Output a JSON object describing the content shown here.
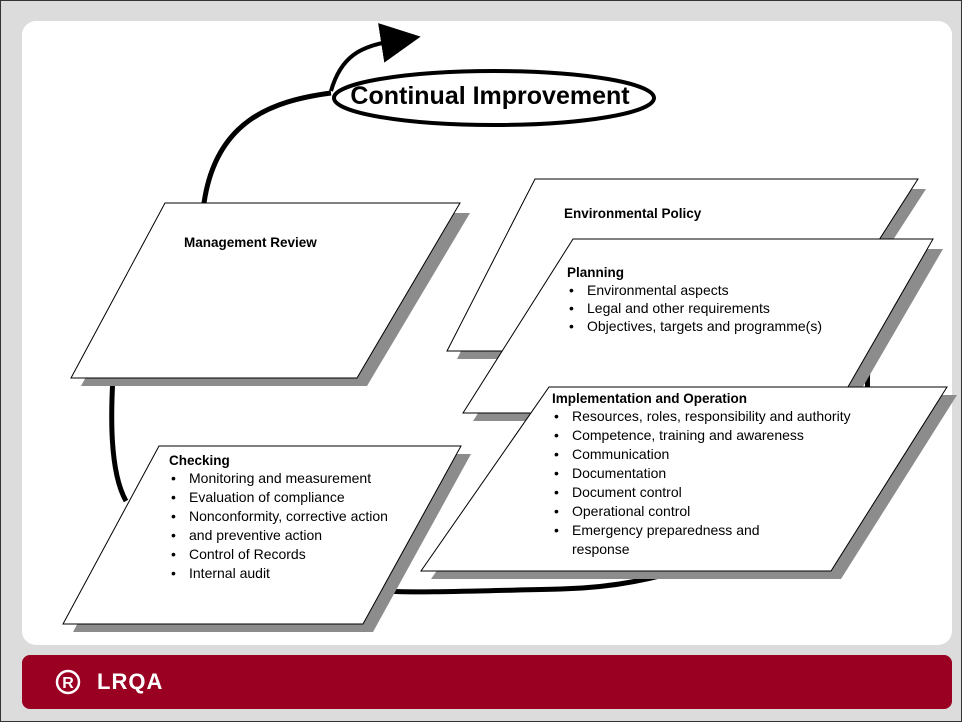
{
  "diagram": {
    "continual_improvement": "Continual Improvement",
    "management_review": {
      "title": "Management Review"
    },
    "environmental_policy": {
      "title": "Environmental Policy"
    },
    "planning": {
      "title": "Planning",
      "items": [
        "Environmental aspects",
        "Legal and other requirements",
        "Objectives, targets and programme(s)"
      ]
    },
    "implementation": {
      "title": "Implementation and Operation",
      "items": [
        "Resources, roles, responsibility and authority",
        "Competence, training and awareness",
        "Communication",
        "Documentation",
        "Document control",
        "Operational control",
        "Emergency preparedness and response"
      ]
    },
    "checking": {
      "title": "Checking",
      "items": [
        "Monitoring and measurement",
        "Evaluation of  compliance",
        "Nonconformity, corrective action",
        "and preventive action",
        "Control of Records",
        "Internal  audit"
      ]
    }
  },
  "footer": {
    "logo_text": "LRQA",
    "logo_mark_letter": "R"
  },
  "colors": {
    "footer_bg": "#990021",
    "shadow": "#8c8c8c",
    "panel_bg": "#ffffff"
  }
}
